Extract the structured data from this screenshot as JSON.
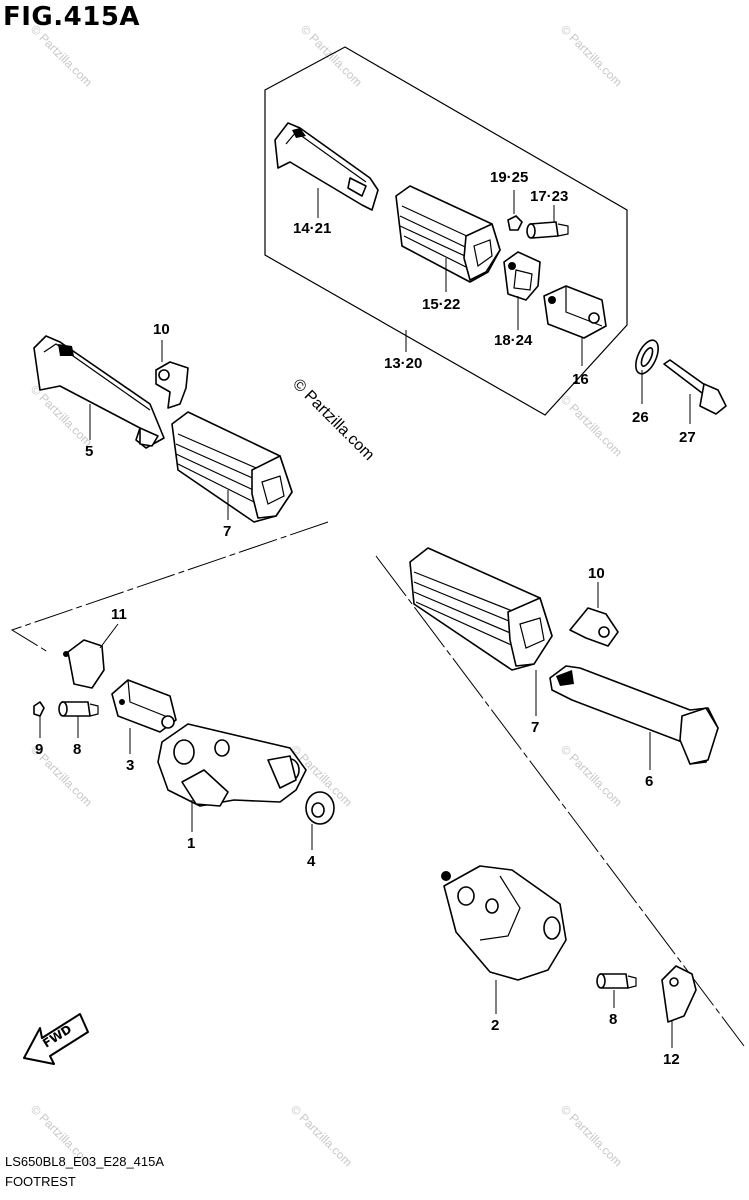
{
  "figure": {
    "title": "FIG.415A",
    "code": "LS650BL8_E03_E28_415A",
    "caption": "FOOTREST"
  },
  "watermark": {
    "text": "© Partzilla.com",
    "small_text": "© Partzilla.com"
  },
  "arrow": {
    "label": "FWD"
  },
  "callouts": {
    "c1": "1",
    "c2": "2",
    "c3": "3",
    "c4": "4",
    "c5": "5",
    "c6": "6",
    "c7a": "7",
    "c7b": "7",
    "c8a": "8",
    "c8b": "8",
    "c9": "9",
    "c10a": "10",
    "c10b": "10",
    "c11": "11",
    "c12": "12",
    "c13_20": "13·20",
    "c14_21": "14·21",
    "c15_22": "15·22",
    "c16": "16",
    "c17_23": "17·23",
    "c18_24": "18·24",
    "c19_25": "19·25",
    "c26": "26",
    "c27": "27"
  },
  "colors": {
    "ink": "#000000",
    "watermark": "#c8c8c8",
    "background": "#ffffff"
  }
}
